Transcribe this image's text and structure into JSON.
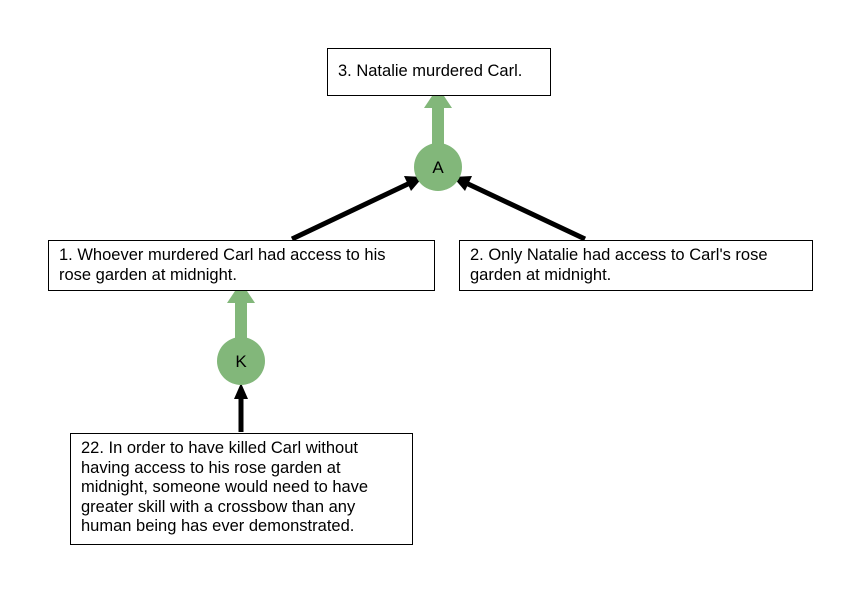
{
  "claims": {
    "c3": "3. Natalie murdered Carl.",
    "c1": "1. Whoever murdered Carl had access to his\nrose garden at midnight.",
    "c2": "2. Only Natalie had access to Carl's rose\ngarden at midnight.",
    "c22": "22. In order to have killed Carl without\nhaving access to his rose garden at\nmidnight, someone would need to have\ngreater skill with a crossbow than any\nhuman being has ever demonstrated."
  },
  "inferences": {
    "a": "A",
    "k": "K"
  },
  "colors": {
    "node": "#82b77a",
    "edge": "#000000",
    "box_border": "#000000"
  }
}
